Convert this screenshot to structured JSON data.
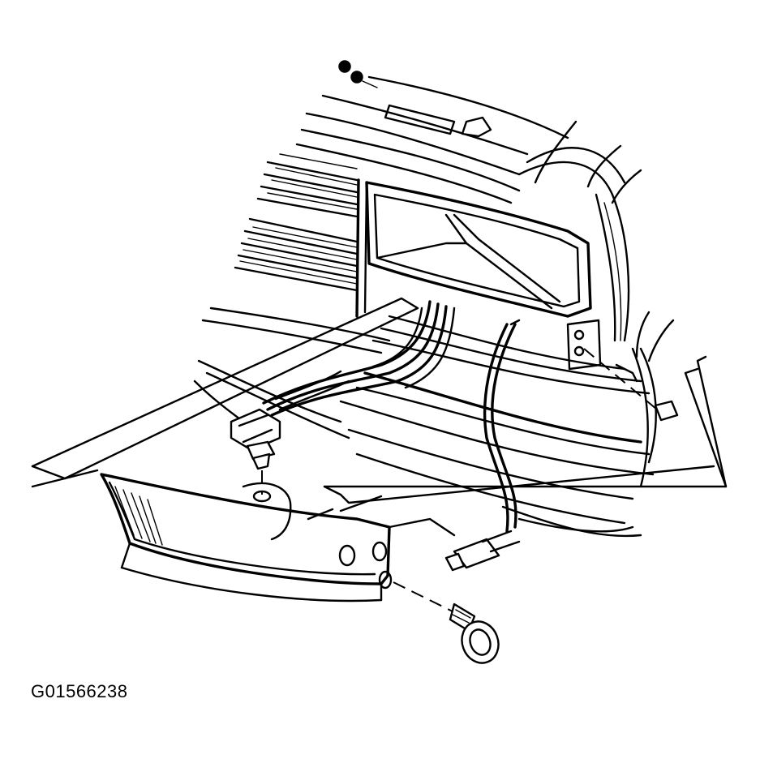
{
  "figure": {
    "id_label": "G01566238"
  },
  "parts": {
    "vehicle_front": "front-end-body",
    "grille": "grille",
    "headlamp": "headlamp-housing",
    "lamp_assembly": "front-park-turn-lamp-assembly",
    "screw": "lamp-retaining-screw",
    "wiring": "wiring-harness",
    "connector": "electrical-connector",
    "bulb_socket": "bulb-socket",
    "nuts": "retaining-nuts"
  }
}
